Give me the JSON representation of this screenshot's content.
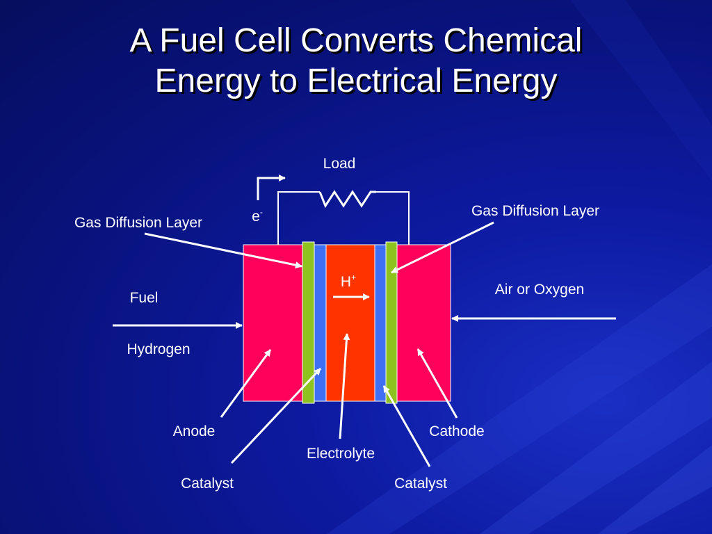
{
  "slide": {
    "title_line1": "A Fuel Cell Converts Chemical",
    "title_line2": "Energy to Electrical Energy"
  },
  "labels": {
    "load": "Load",
    "electron": "e",
    "electron_sup": "-",
    "gdl_left": "Gas Diffusion Layer",
    "gdl_right": "Gas Diffusion Layer",
    "fuel": "Fuel",
    "hydrogen": "Hydrogen",
    "air": "Air or Oxygen",
    "proton": "H",
    "proton_sup": "+",
    "anode": "Anode",
    "cathode": "Cathode",
    "electrolyte": "Electrolyte",
    "catalyst_left": "Catalyst",
    "catalyst_right": "Catalyst"
  },
  "colors": {
    "background": "#0b1690",
    "electrode": "#ff005a",
    "electrolyte": "#ff3300",
    "catalyst": "#3f6ff5",
    "diffusion_layer": "#8ec21e",
    "wire": "#ffffff",
    "text": "#ffffff"
  }
}
